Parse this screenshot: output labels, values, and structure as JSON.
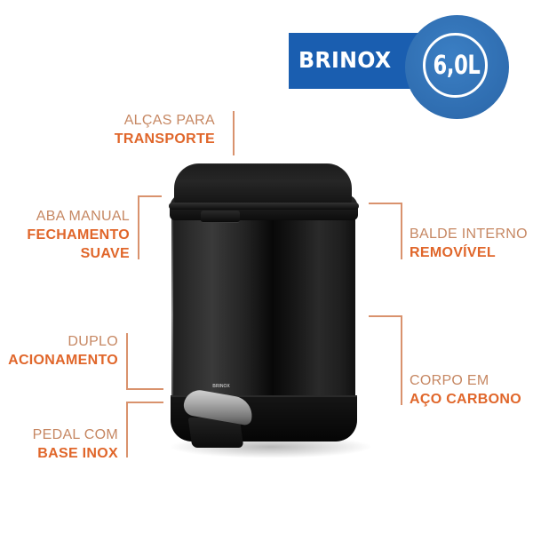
{
  "badge": {
    "brand": "BRINOX",
    "volume": "6,0L",
    "colors": {
      "rect": "#1a5eb0",
      "circle": "#2f6db0",
      "text": "#ffffff"
    }
  },
  "callouts": [
    {
      "id": "handles",
      "light": "ALÇAS PARA",
      "bold": "TRANSPORTE"
    },
    {
      "id": "lid",
      "light": "ABA MANUAL",
      "bold": "FECHAMENTO",
      "bold2": "SUAVE"
    },
    {
      "id": "bucket",
      "light": "BALDE INTERNO",
      "bold": "REMOVÍVEL"
    },
    {
      "id": "dual",
      "light": "DUPLO",
      "bold": "ACIONAMENTO"
    },
    {
      "id": "body",
      "light": "CORPO EM",
      "bold": "AÇO CARBONO"
    },
    {
      "id": "pedal",
      "light": "PEDAL COM",
      "bold": "BASE INOX"
    }
  ],
  "product": {
    "logo_text": "BRINOX",
    "colors": {
      "body": "#1a1a1a",
      "pedal": "#a9a9a9"
    }
  },
  "theme": {
    "accent_bold": "#e0662a",
    "accent_light": "#c68762",
    "line": "#d9926d"
  }
}
